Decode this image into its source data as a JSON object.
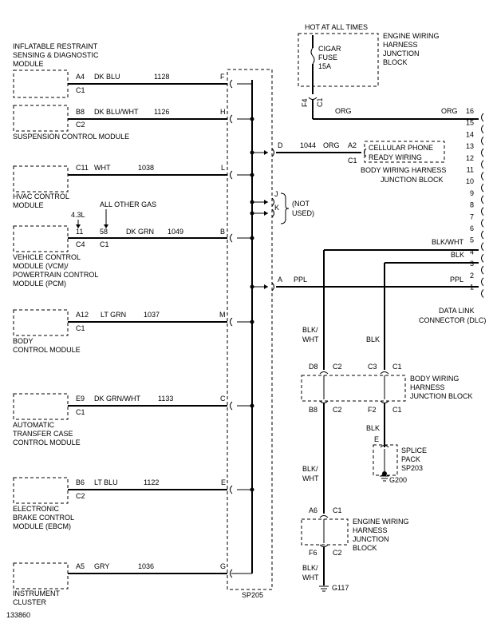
{
  "diagram_number": "133860",
  "splice_label": "SP205",
  "hot_label": "HOT AT ALL TIMES",
  "engine_block_top": [
    "ENGINE WIRING",
    "HARNESS",
    "JUNCTION",
    "BLOCK"
  ],
  "fuse": {
    "name": "CIGAR",
    "word": "FUSE",
    "rating": "15A",
    "pin": "F4",
    "conn": "C1"
  },
  "modules": {
    "irsdm": [
      "INFLATABLE RESTRAINT",
      "SENSING & DIAGNOSTIC",
      "MODULE"
    ],
    "scm": [
      "SUSPENSION CONTROL MODULE"
    ],
    "hvac": [
      "HVAC CONTROL",
      "MODULE"
    ],
    "vcm": [
      "VEHICLE CONTROL",
      "MODULE (VCM)/",
      "POWERTRAIN CONTROL",
      "MODULE (PCM)"
    ],
    "bcm": [
      "BODY",
      "CONTROL MODULE"
    ],
    "atc": [
      "AUTOMATIC",
      "TRANSFER CASE",
      "CONTROL MODULE"
    ],
    "ebcm": [
      "ELECTRONIC",
      "BRAKE CONTROL",
      "MODULE (EBCM)"
    ],
    "ic": [
      "INSTRUMENT",
      "CLUSTER"
    ]
  },
  "circuits": {
    "irsdm": {
      "pin": "A4",
      "conn": "C1",
      "color": "DK BLU",
      "num": "1128",
      "splice_pin": "F"
    },
    "scm": {
      "pin": "B8",
      "conn": "C2",
      "color": "DK BLU/WHT",
      "num": "1126",
      "splice_pin": "H"
    },
    "hvac": {
      "pin": "C11",
      "color": "WHT",
      "num": "1038",
      "splice_pin": "L"
    },
    "vcm": {
      "pin1": "11",
      "pin2": "58",
      "conn1": "C4",
      "conn2": "C1",
      "variant1": "4.3L",
      "variant2": "ALL OTHER GAS",
      "color": "DK GRN",
      "num": "1049",
      "splice_pin": "B"
    },
    "bcm": {
      "pin": "A12",
      "conn": "C1",
      "color": "LT GRN",
      "num": "1037",
      "splice_pin": "M"
    },
    "atc": {
      "pin": "E9",
      "conn": "C1",
      "color": "DK GRN/WHT",
      "num": "1133",
      "splice_pin": "C"
    },
    "ebcm": {
      "pin": "B6",
      "conn": "C2",
      "color": "LT BLU",
      "num": "1122",
      "splice_pin": "E"
    },
    "ic": {
      "pin": "A5",
      "color": "GRY",
      "num": "1036",
      "splice_pin": "G"
    }
  },
  "cellular": {
    "splice_pin": "D",
    "num": "1044",
    "color": "ORG",
    "pin": "A2",
    "conn": "C1",
    "label": [
      "CELLULAR PHONE",
      "READY WIRING"
    ],
    "block": [
      "BODY WIRING HARNESS",
      "JUNCTION BLOCK"
    ]
  },
  "not_used": {
    "pins": [
      "J",
      "K"
    ],
    "label": [
      "(NOT",
      "USED)"
    ]
  },
  "ppl": {
    "splice_pin": "A",
    "color": "PPL"
  },
  "dlc": {
    "label": [
      "DATA LINK",
      "CONNECTOR (DLC)"
    ],
    "pins": [
      "16",
      "15",
      "14",
      "13",
      "12",
      "11",
      "10",
      "9",
      "8",
      "7",
      "6",
      "5",
      "4",
      "3",
      "2",
      "1"
    ],
    "org_label": "ORG",
    "blkwht_label": "BLK/WHT",
    "blk_label": "BLK",
    "ppl_label": "PPL"
  },
  "lower": {
    "blkwht": [
      "BLK/",
      "WHT"
    ],
    "blk": "BLK",
    "d8": "D8",
    "c2": "C2",
    "c3": "C3",
    "c1": "C1",
    "b8": "B8",
    "f2": "F2",
    "body_block": [
      "BODY WIRING",
      "HARNESS",
      "JUNCTION BLOCK"
    ],
    "e": "E",
    "splice_pack": [
      "SPLICE",
      "PACK",
      "SP203"
    ],
    "g200": "G200",
    "a6": "A6",
    "f6": "F6",
    "engine_block": [
      "ENGINE WIRING",
      "HARNESS",
      "JUNCTION",
      "BLOCK"
    ],
    "g117": "G117"
  }
}
